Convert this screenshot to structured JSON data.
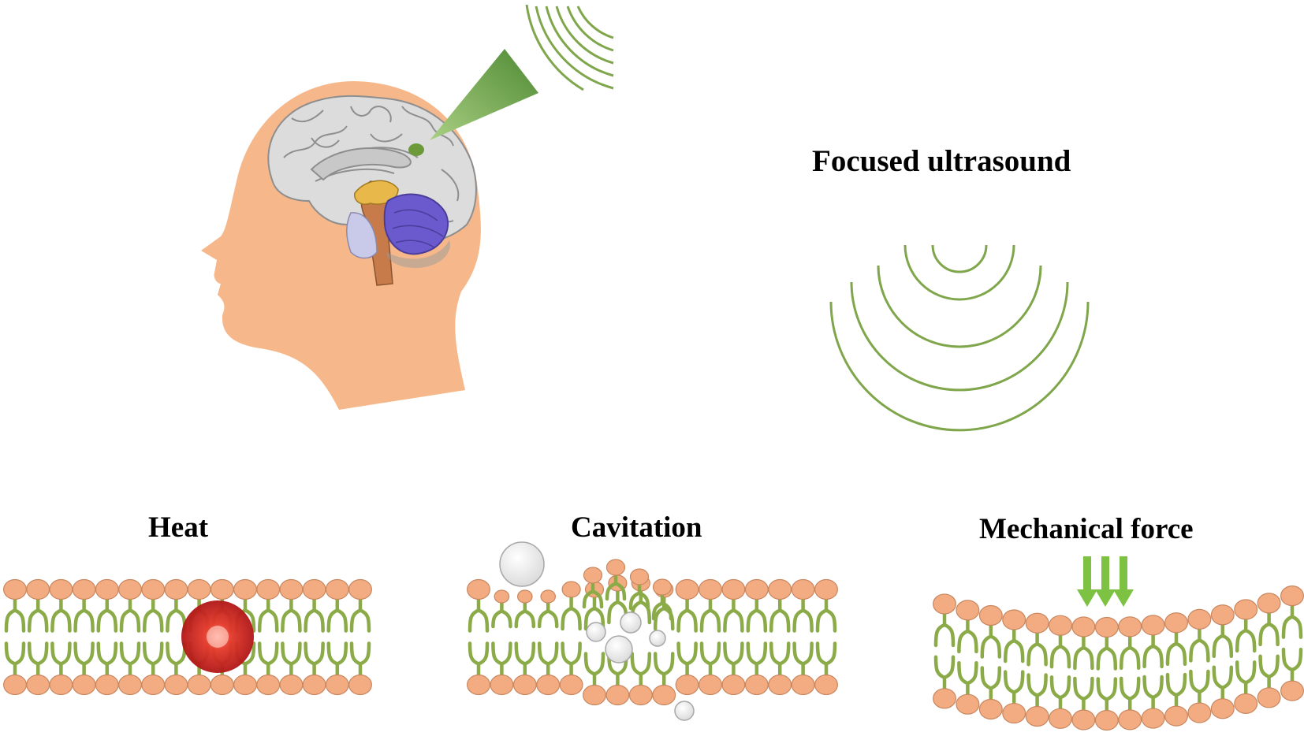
{
  "labels": {
    "focused_ultrasound": "Focused ultrasound",
    "heat": "Heat",
    "cavitation": "Cavitation",
    "mechanical_force": "Mechanical force"
  },
  "icons": [
    "head-with-brain-icon",
    "ultrasound-beam-icon",
    "ultrasound-waves-icon",
    "lipid-bilayer-icon",
    "heat-spot-icon",
    "bubble-icon",
    "force-arrow-icon"
  ],
  "colors": {
    "skin": "#F6B88A",
    "lipid_head": "#F3AC82",
    "lipid_head_stroke": "#C8875F",
    "lipid_tail": "#8BAA48",
    "wave": "#7FA64B",
    "beam": "#5C9A3E",
    "arrow": "#7DC242",
    "heat": "#D42020",
    "brain": "#D9D9D9",
    "cerebellum": "#6A5ACD"
  }
}
